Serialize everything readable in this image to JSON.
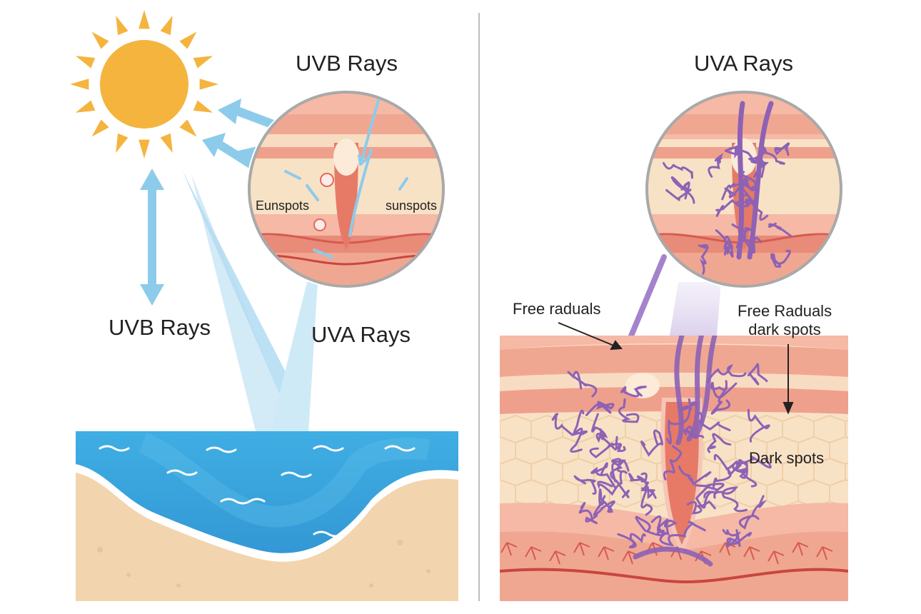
{
  "colors": {
    "sun": "#F4B43E",
    "sky_ray": "#8DCBEB",
    "water": "#3AA6DD",
    "sand": "#F2D5AF",
    "skin_outer": "#F0A792",
    "skin_inner": "#F8E2C6",
    "skin_vessel": "#D75A50",
    "uva_violet": "#8D62B5",
    "divider": "#BDBDBD"
  },
  "left_panel": {
    "label_uvb_top": "UVB Rays",
    "label_uvb_left": "UVB Rays",
    "label_uva": "UVA Rays",
    "inset_label_left": "Eunspots",
    "inset_label_right": "sunspots",
    "icons": [
      "sun-icon",
      "water-waves",
      "sand-beach",
      "skin-cross-section-magnifier"
    ]
  },
  "right_panel": {
    "label_uva_top": "UVA Rays",
    "label_free_radicals": "Free raduals",
    "label_free_radicals_dark": "Free Raduals\ndark spots",
    "label_dark_spots": "Dark spots",
    "icons": [
      "skin-cross-section-magnifier",
      "skin-cross-section",
      "hair-follicle"
    ]
  }
}
